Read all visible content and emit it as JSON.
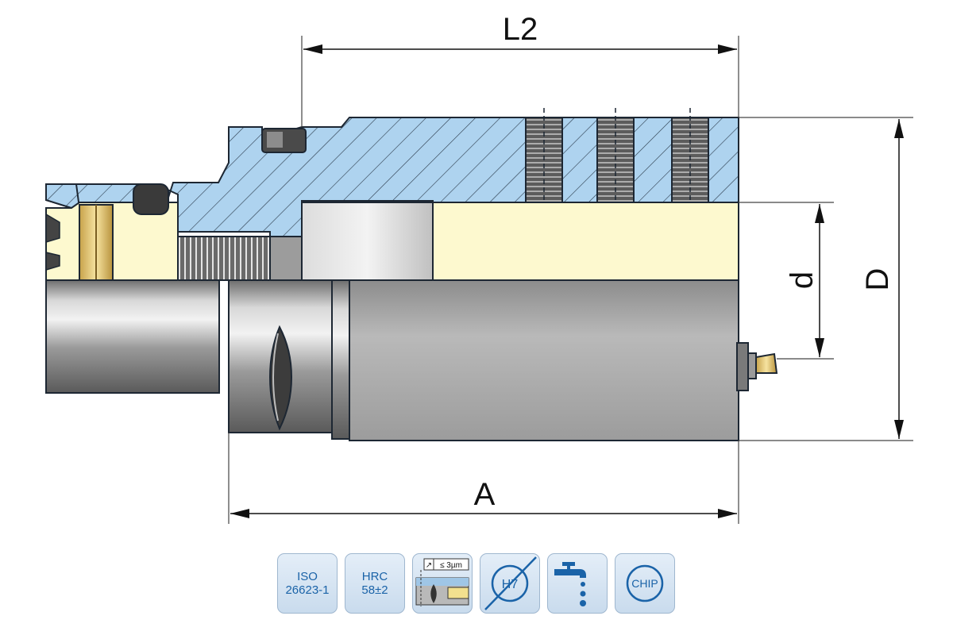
{
  "dimensions": {
    "L2": "L2",
    "A": "A",
    "d": "d",
    "D": "D"
  },
  "badges": [
    {
      "id": "iso",
      "line1": "ISO",
      "line2": "26623-1"
    },
    {
      "id": "hrc",
      "line1": "HRC",
      "line2": "58±2"
    },
    {
      "id": "runout",
      "label": "≤ 3µm",
      "icon": "runout-icon"
    },
    {
      "id": "h7",
      "label": "H7",
      "icon": "h7-crossed-icon"
    },
    {
      "id": "coolant",
      "icon": "coolant-tap-icon"
    },
    {
      "id": "chip",
      "label": "CHIP",
      "icon": "chip-icon"
    }
  ],
  "colors": {
    "hatch_blue": "#aed3ef",
    "bore_cream": "#fdf9cf",
    "steel_grey": "#a9a9a9",
    "badge_blue": "#1a63a8"
  }
}
